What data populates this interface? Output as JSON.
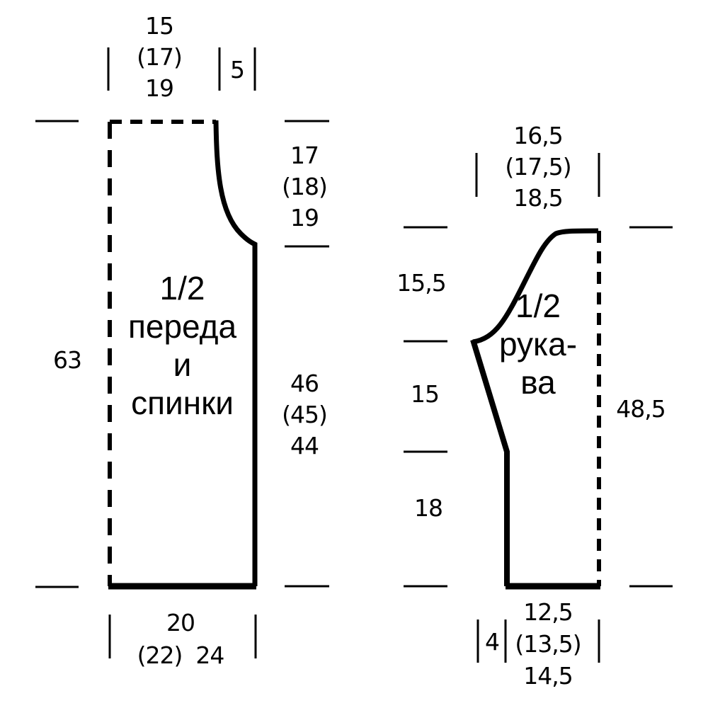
{
  "body_piece": {
    "title": [
      "1/2",
      "переда",
      "и",
      "спинки"
    ],
    "top_width": [
      "15",
      "(17)",
      "19"
    ],
    "shoulder_width": "5",
    "armhole_height": [
      "17",
      "(18)",
      "19"
    ],
    "side_length": [
      "46",
      "(45)",
      "44"
    ],
    "total_length": "63",
    "bottom_width": [
      "20",
      "(22)",
      "24"
    ]
  },
  "sleeve_piece": {
    "title": [
      "1/2",
      "рука-",
      "ва"
    ],
    "top_width": [
      "16,5",
      "(17,5)",
      "18,5"
    ],
    "cap_height": "15,5",
    "taper_height": "15",
    "cuff_height": "18",
    "total_length": "48,5",
    "cuff_offset": "4",
    "bottom_width": [
      "12,5",
      "(13,5)",
      "14,5"
    ]
  },
  "colors": {
    "line": "#000000",
    "background": "#ffffff"
  }
}
